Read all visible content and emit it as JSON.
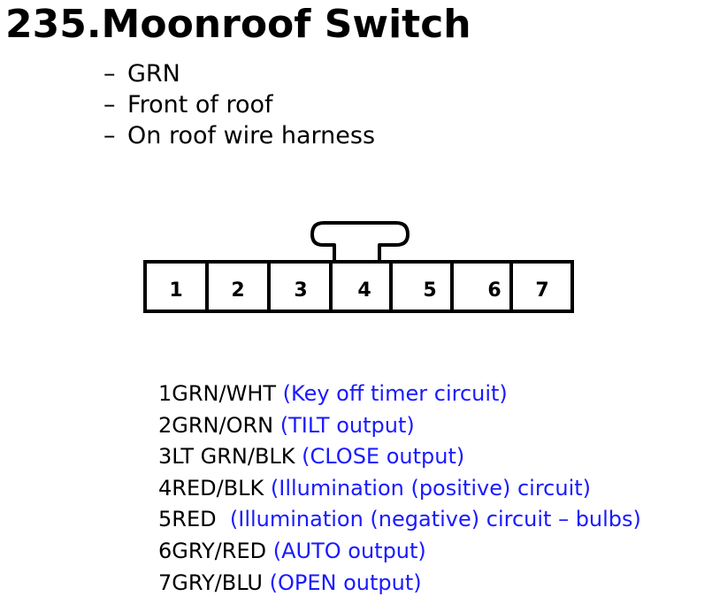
{
  "title": "235.Moonroof Switch",
  "bullets": [
    {
      "dash": "–",
      "text": "GRN"
    },
    {
      "dash": "–",
      "text": "Front of roof"
    },
    {
      "dash": "–",
      "text": "On roof wire harness"
    }
  ],
  "connector": {
    "pin_labels": [
      "1",
      "2",
      "3",
      "4",
      "5",
      "6",
      "7"
    ]
  },
  "pins": [
    {
      "num": "1",
      "wire": "GRN/WHT",
      "desc": "(Key off timer circuit)"
    },
    {
      "num": "2",
      "wire": "GRN/ORN",
      "desc": "(TILT output)"
    },
    {
      "num": "3",
      "wire": "LT GRN/BLK",
      "desc": "(CLOSE output)"
    },
    {
      "num": "4",
      "wire": "RED/BLK",
      "desc": "(Illumination (positive) circuit)"
    },
    {
      "num": "5",
      "wire": "RED",
      "desc": "(Illumination (negative) circuit – bulbs)"
    },
    {
      "num": "6",
      "wire": "GRY/RED",
      "desc": "(AUTO output)"
    },
    {
      "num": "7",
      "wire": "GRY/BLU",
      "desc": "(OPEN output)"
    }
  ],
  "colors": {
    "description_text": "#1a1aff",
    "body_text": "#000000"
  }
}
